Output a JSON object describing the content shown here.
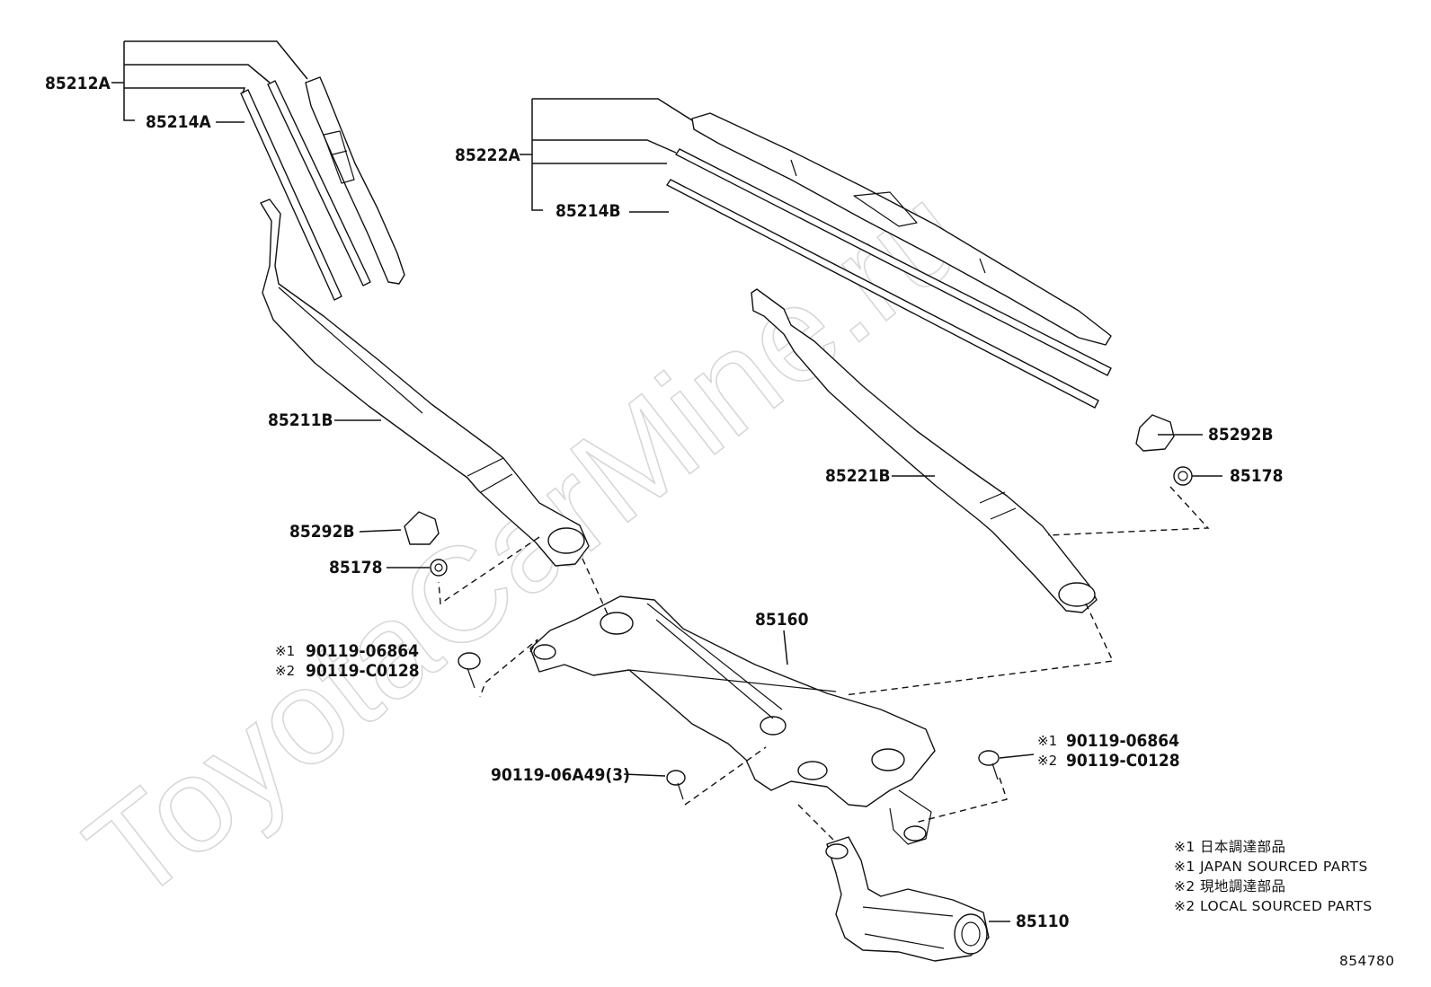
{
  "watermark": "ToyotaCarMine.ru",
  "callouts": {
    "blade_left": "85212A",
    "rubber_left": "85214A",
    "blade_right": "85222A",
    "rubber_right": "85214B",
    "arm_left": "85211B",
    "arm_right": "85221B",
    "cap_left": "85292B",
    "cap_right": "85292B",
    "nut_left": "85178",
    "nut_right": "85178",
    "link_assy": "85160",
    "motor": "85110",
    "bolt_mid": "90119-06A49(3)",
    "bolt_left_1": "90119-06864",
    "bolt_left_2": "90119-C0128",
    "bolt_right_1": "90119-06864",
    "bolt_right_2": "90119-C0128",
    "mark_1": "※1",
    "mark_2": "※2"
  },
  "legend": [
    "※1 日本調達部品",
    "※1 JAPAN SOURCED PARTS",
    "※2 現地調達部品",
    "※2 LOCAL SOURCED PARTS"
  ],
  "figure_number": "854780"
}
